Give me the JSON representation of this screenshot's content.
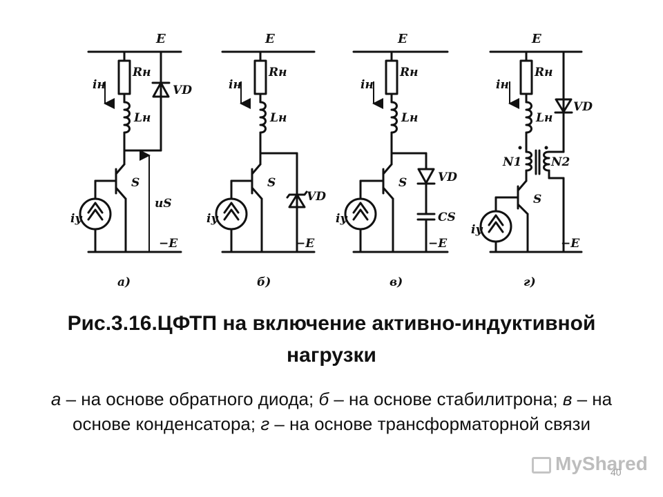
{
  "figure": {
    "labels": {
      "E": "E",
      "minusE": "−E",
      "iN": "iн",
      "RN": "Rн",
      "LN": "Lн",
      "VD": "VD",
      "S": "S",
      "iY": "iу",
      "uS": "uS",
      "CS": "CS",
      "N1": "N1",
      "N2": "N2"
    },
    "panels": [
      "а)",
      "б)",
      "в)",
      "г)"
    ]
  },
  "title": "Рис.3.16.ЦФТП на включение  активно-индуктивной нагрузки",
  "caption": {
    "a_letter": "а",
    "a_text": " – на основе обратного диода; ",
    "b_letter": "б",
    "b_text": " – на основе стабилитрона;  ",
    "v_letter": "в",
    "v_text": " – на основе конденсатора;  ",
    "g_letter": "г",
    "g_text": " – на основе трансформаторной связи"
  },
  "watermark": "MyShared",
  "page_number": "40"
}
